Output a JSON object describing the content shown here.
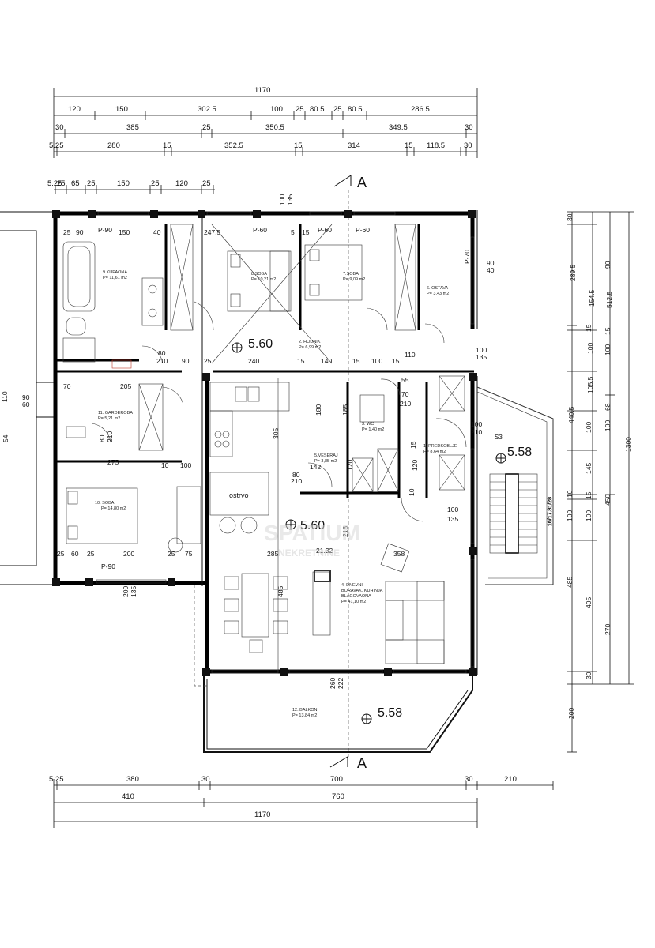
{
  "dimensions": {
    "top_total": "1170",
    "top_row1": [
      "120",
      "150",
      "302.5",
      "100",
      "25",
      "80.5",
      "25",
      "80.5",
      "286.5"
    ],
    "top_row2": [
      "30",
      "385",
      "25",
      "350.5",
      "349.5",
      "30"
    ],
    "top_row3": [
      "5.25",
      "280",
      "15",
      "352.5",
      "15",
      "314",
      "15",
      "118.5",
      "30"
    ],
    "top_row4": [
      "5.25",
      "25",
      "65",
      "25",
      "150",
      "25",
      "120",
      "25"
    ],
    "bottom_row1": [
      "5.25",
      "380",
      "30",
      "700",
      "30",
      "210"
    ],
    "bottom_row2": [
      "410",
      "760"
    ],
    "bottom_total": "1170",
    "right_col1": [
      "30",
      "289.5",
      "154.5",
      "15",
      "100",
      "105.5",
      "100",
      "145",
      "15",
      "100",
      "405",
      "30",
      "200"
    ],
    "right_col2": [
      "90",
      "15",
      "100",
      "68",
      "100",
      "10",
      "100",
      "270"
    ],
    "right_col3": [
      "512.5",
      "440.5",
      "450",
      "485"
    ],
    "right_total": "1300",
    "inner": {
      "p90_a": "P-90",
      "p60_a": "P-60",
      "p60_b": "P-60",
      "p60_c": "P-60",
      "p70": "P-70",
      "p90_b": "P-90",
      "d_90a": "90",
      "d_150": "150",
      "d_40": "40",
      "d_247": "247.5",
      "d_5a": "5",
      "d_15a": "15",
      "d_100_135": "100",
      "d_135a": "135",
      "d_80a": "80",
      "d_210a": "210",
      "d_90b": "90",
      "d_25a": "25",
      "d_240": "240",
      "d_15b": "15",
      "d_140": "140",
      "d_15c": "15",
      "d_100b": "100",
      "d_15d": "15",
      "d_110": "110",
      "d_90_40a": "90",
      "d_90_40b": "40",
      "d_100c": "100",
      "d_135b": "135",
      "d_70": "70",
      "d_205": "205",
      "d_90_60a": "90",
      "d_90_60b": "60",
      "d_110l": "110",
      "d_54": "54",
      "d_80b": "80",
      "d_210b": "210",
      "d_275": "275",
      "d_10": "10",
      "d_100d": "100",
      "d_305": "305",
      "d_180": "180",
      "d_185": "185",
      "d_55": "55",
      "d_70b": "70",
      "d_210c": "210",
      "d_100e": "100",
      "d_210d": "210",
      "d_80c": "80",
      "d_210e": "210",
      "d_120a": "120",
      "d_120b": "120",
      "d_15e": "15",
      "d_10b": "10",
      "d_100f": "100",
      "d_135c": "135",
      "d_218": "218",
      "d_25b": "25",
      "d_60": "60",
      "d_25c": "25",
      "d_200": "200",
      "d_25d": "25",
      "d_75": "75",
      "d_285": "285",
      "d_2132": "21.32",
      "d_358": "358",
      "d_485": "485",
      "d_200b": "200",
      "d_135d": "135",
      "d_260": "260",
      "d_222": "222",
      "d_142": "142",
      "d_2101": "210"
    }
  },
  "rooms": {
    "kupaona": [
      "9.KUPAONA",
      "P= 11,61 m2"
    ],
    "soba8": [
      "8.SOBA",
      "P= 10,21 m2"
    ],
    "soba7": [
      "7.SOBA",
      "P= 9,09 m2"
    ],
    "ostava": [
      "6. OSTAVA",
      "P= 3,43 m2"
    ],
    "hodnik": [
      "2. HODNIK",
      "P= 6,99 m2"
    ],
    "garderoba": [
      "11. GARDEROBA",
      "P= 5,21 m2"
    ],
    "wc": [
      "3. WC",
      "P= 1,40 m2"
    ],
    "vesheraj": [
      "5.VEŠERAJ",
      "P= 3,85 m2"
    ],
    "predsoblje": [
      "1. PREDSOBLJE",
      "P= 8,64 m2"
    ],
    "soba10": [
      "10. SOBA",
      "P= 14,80 m2"
    ],
    "dnevni": [
      "4. DNEVNI",
      "BORAVAK, KUHINJA",
      "BLAGOVAONA",
      "P= 41,10 m2"
    ],
    "balkon": [
      "12. BALKON",
      "P= 13,84 m2"
    ],
    "ostrvo": "ostrvo"
  },
  "levels": [
    "5.60",
    "5.60",
    "5.58",
    "5.58"
  ],
  "section_marks": [
    "A",
    "A"
  ],
  "stairs_label": "16/17.81/28",
  "s3_label": "S3",
  "watermark": [
    "SPATIUM",
    "NEKRETNINE"
  ]
}
